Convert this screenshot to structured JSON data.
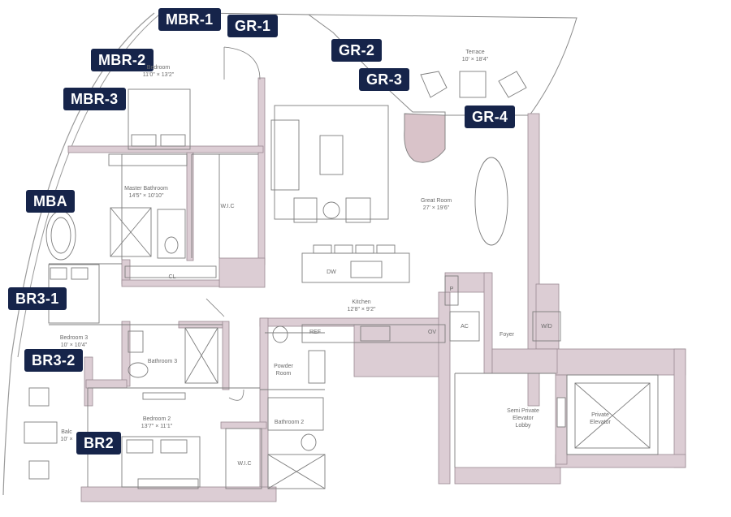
{
  "tags": [
    {
      "id": "mbr1",
      "text": "MBR-1"
    },
    {
      "id": "gr1",
      "text": "GR-1"
    },
    {
      "id": "gr2",
      "text": "GR-2"
    },
    {
      "id": "mbr2",
      "text": "MBR-2"
    },
    {
      "id": "gr3",
      "text": "GR-3"
    },
    {
      "id": "mbr3",
      "text": "MBR-3"
    },
    {
      "id": "gr4",
      "text": "GR-4"
    },
    {
      "id": "mba",
      "text": "MBA"
    },
    {
      "id": "br31",
      "text": "BR3-1"
    },
    {
      "id": "br32",
      "text": "BR3-2"
    },
    {
      "id": "br2",
      "text": "BR2"
    }
  ],
  "rooms": {
    "terrace": {
      "name": "Terrace",
      "dim": "10' × 18'4\""
    },
    "master_bedroom": {
      "name": "Bedroom",
      "dim": "11'0\" × 13'2\""
    },
    "master_bathroom": {
      "name": "Master Bathroom",
      "dim": "14'5\" × 10'10\""
    },
    "wic1": {
      "name": "W.I.C"
    },
    "great_room": {
      "name": "Great Room",
      "dim": "27' × 19'6\""
    },
    "kitchen": {
      "name": "Kitchen",
      "dim": "12'8\" × 9'2\""
    },
    "closet": {
      "name": "CL"
    },
    "bedroom3": {
      "name": "Bedroom 3",
      "dim": "10' × 10'4\""
    },
    "bathroom3": {
      "name": "Bathroom 3"
    },
    "powder": {
      "name": "Powder",
      "name2": "Room"
    },
    "bedroom2": {
      "name": "Bedroom 2",
      "dim": "13'7\" × 11'1\""
    },
    "bathroom2": {
      "name": "Bathroom 2"
    },
    "wic2": {
      "name": "W.I.C"
    },
    "balcony": {
      "name": "Balc",
      "dim": "10' ×"
    },
    "foyer": {
      "name": "Foyer"
    },
    "lobby": {
      "name": "Semi Private",
      "name2": "Elevator",
      "name3": "Lobby"
    },
    "private_elevator": {
      "name": "Private",
      "name2": "Elevator"
    }
  },
  "fixtures": {
    "dw": "DW",
    "ref": "REF",
    "ov": "OV",
    "ac": "AC",
    "wd": "W/D",
    "p": "P"
  },
  "colors": {
    "wall": "#dccdd4",
    "wall_line": "#9a8a92",
    "line": "#7d7d7d",
    "tag_bg": "#16244a",
    "tag_text": "#ffffff",
    "tub": "#d9c3c9"
  }
}
